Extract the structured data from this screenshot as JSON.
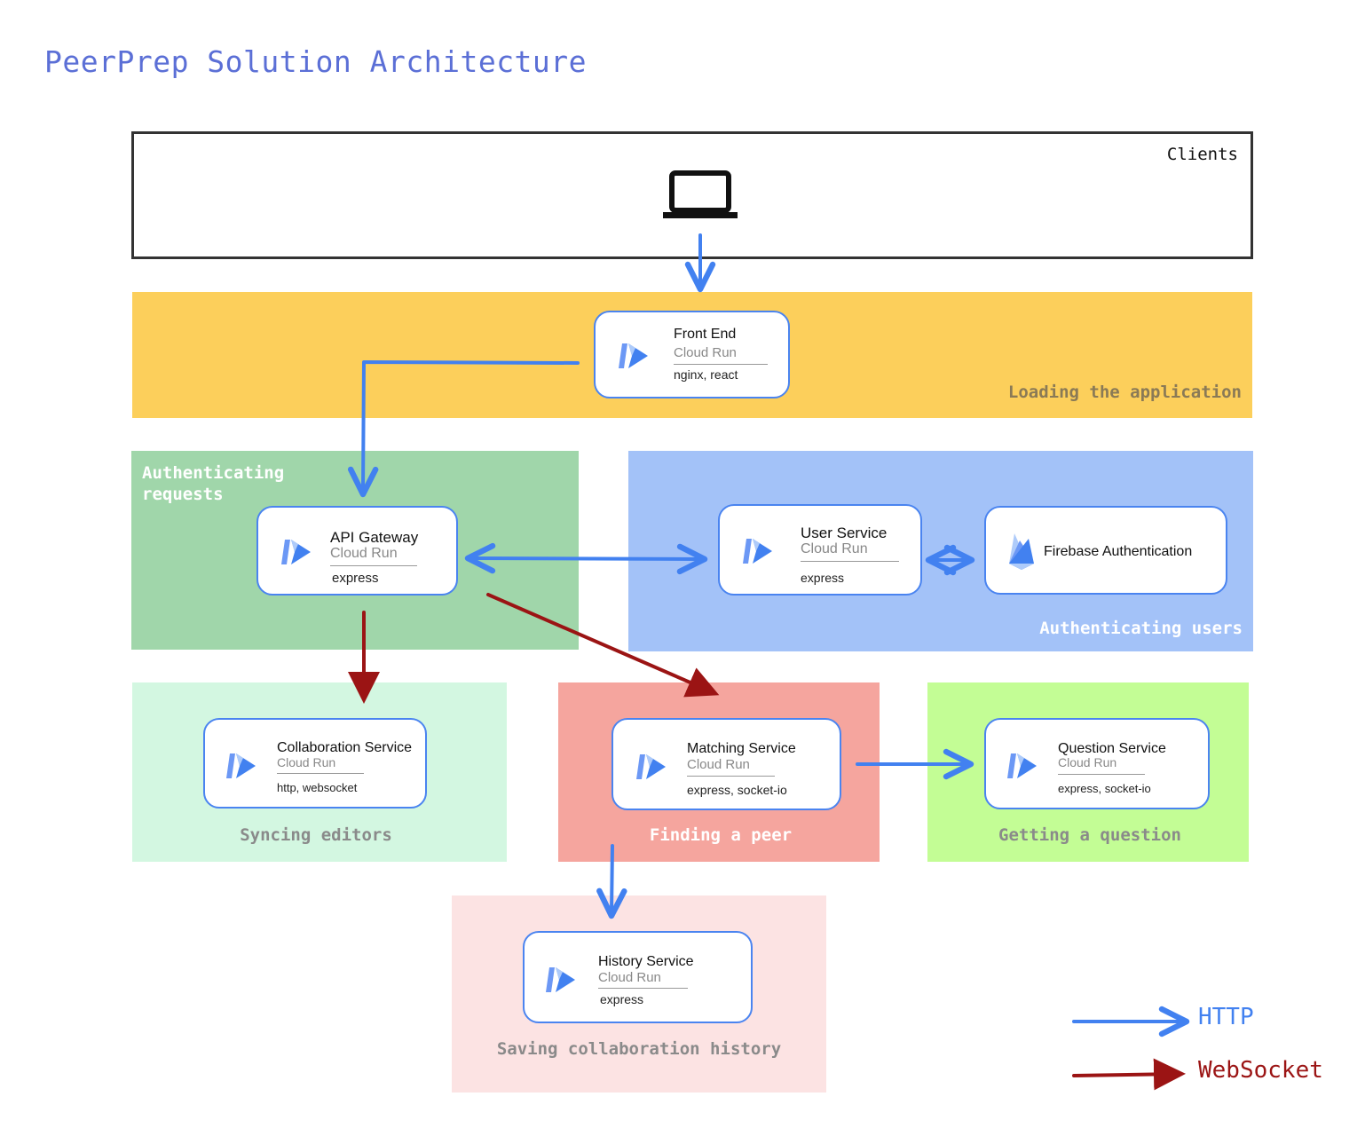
{
  "title": "PeerPrep Solution Architecture",
  "clients": {
    "label": "Clients",
    "icon": "laptop-icon"
  },
  "regions": {
    "loading": {
      "label": "Loading the application",
      "color": "#fccf5b"
    },
    "auth_requests": {
      "label": "Authenticating requests",
      "color": "#a0d6aa"
    },
    "auth_users": {
      "label": "Authenticating users",
      "color": "#a3c2f8"
    },
    "syncing": {
      "label": "Syncing editors",
      "color": "#d3f7e1"
    },
    "peer": {
      "label": "Finding a peer",
      "color": "#f5a59e"
    },
    "question": {
      "label": "Getting a question",
      "color": "#c3fd95"
    },
    "history": {
      "label": "Saving collaboration history",
      "color": "#fce3e3"
    }
  },
  "nodes": {
    "front_end": {
      "name": "Front End",
      "platform": "Cloud Run",
      "tech": "nginx, react"
    },
    "api_gateway": {
      "name": "API Gateway",
      "platform": "Cloud Run",
      "tech": "express"
    },
    "user_service": {
      "name": "User Service",
      "platform": "Cloud Run",
      "tech": "express"
    },
    "firebase": {
      "name": "Firebase Authentication"
    },
    "collaboration": {
      "name": "Collaboration Service",
      "platform": "Cloud Run",
      "tech": "http, websocket"
    },
    "matching": {
      "name": "Matching Service",
      "platform": "Cloud Run",
      "tech": "express, socket-io"
    },
    "question": {
      "name": "Question Service",
      "platform": "Cloud Run",
      "tech": "express, socket-io"
    },
    "history": {
      "name": "History Service",
      "platform": "Cloud Run",
      "tech": "express"
    }
  },
  "legend": {
    "http": {
      "label": "HTTP",
      "color": "#4281f0"
    },
    "websocket": {
      "label": "WebSocket",
      "color": "#9b1414"
    }
  }
}
